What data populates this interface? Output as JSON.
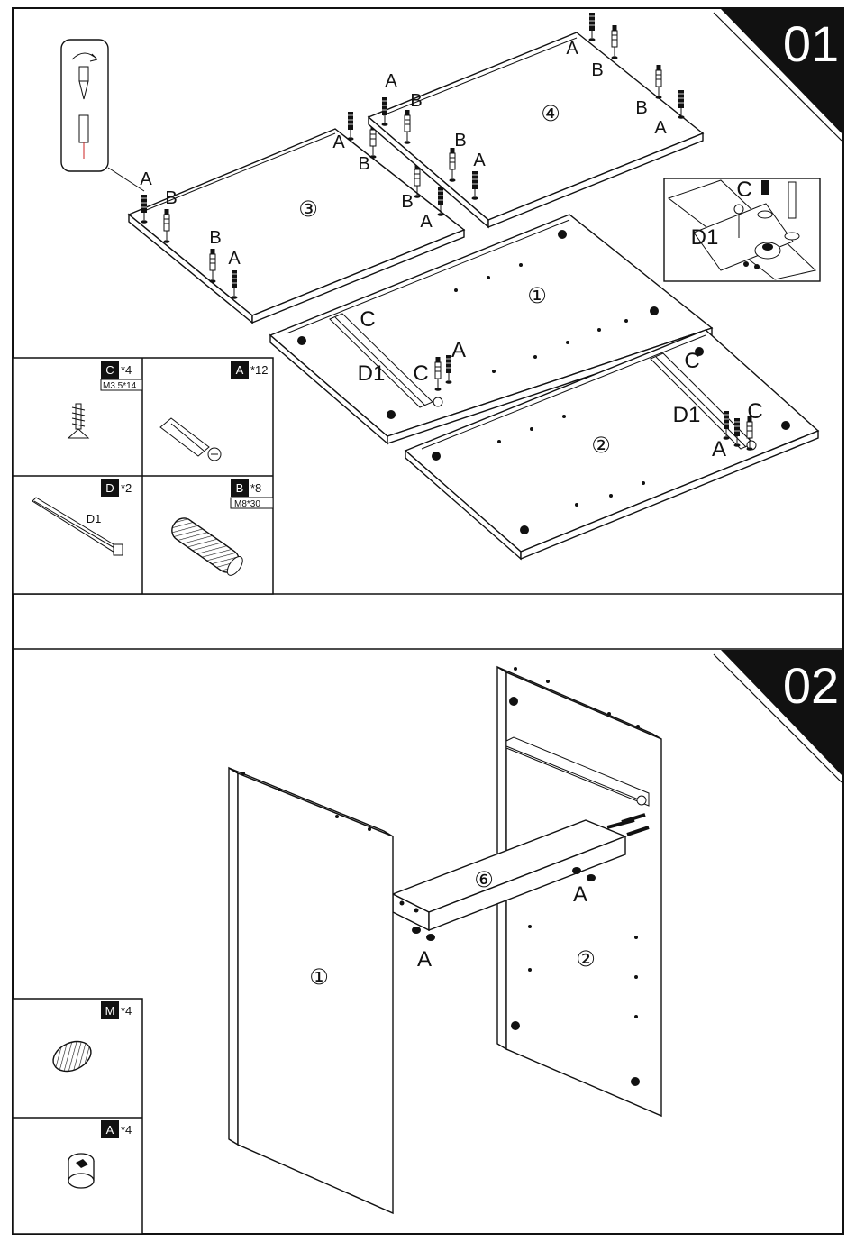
{
  "steps": [
    {
      "number": "01"
    },
    {
      "number": "02"
    }
  ],
  "step1": {
    "panels": {
      "p1": "①",
      "p2": "②",
      "p3": "③",
      "p4": "④"
    },
    "fittings": {
      "A": "A",
      "B": "B",
      "C": "C",
      "D1": "D1"
    }
  },
  "parts_step1": [
    {
      "letter": "C",
      "qty": "*4",
      "spec": "M3.5*14"
    },
    {
      "letter": "A",
      "qty": "*12",
      "spec": ""
    },
    {
      "letter": "D",
      "qty": "*2",
      "spec": "",
      "caption": "D1"
    },
    {
      "letter": "B",
      "qty": "*8",
      "spec": "M8*30"
    }
  ],
  "step2": {
    "panels": {
      "p1": "①",
      "p2": "②",
      "p6": "⑥"
    },
    "fittings": {
      "A": "A"
    }
  },
  "parts_step2": [
    {
      "letter": "M",
      "qty": "*4"
    },
    {
      "letter": "A",
      "qty": "*4"
    }
  ],
  "colors": {
    "ink": "#111111",
    "paper": "#ffffff",
    "badge": "#111111",
    "accent": "#cc2222"
  }
}
